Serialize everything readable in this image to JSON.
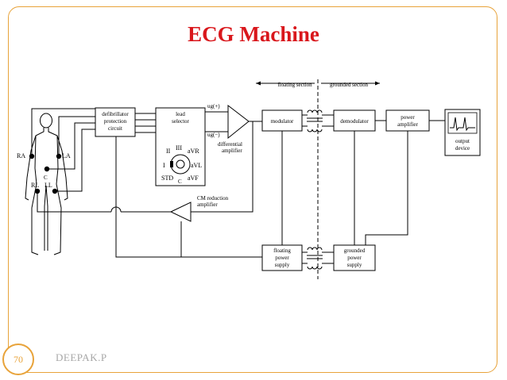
{
  "slide": {
    "title": "ECG Machine",
    "page_number": "70",
    "author": "DEEPAK.P",
    "accent_color": "#e8a33a",
    "title_color": "#d9171c"
  },
  "diagram": {
    "sections": {
      "floating": "floating section",
      "grounded": "grounded section"
    },
    "electrodes": {
      "ra": "RA",
      "la": "LA",
      "c": "C",
      "rl": "RL",
      "ll": "LL"
    },
    "defib": [
      "defibrillator",
      "protection",
      "circuit"
    ],
    "lead_selector": {
      "title": [
        "lead",
        "selector"
      ],
      "labels": {
        "ii": "II",
        "iii": "III",
        "avr": "aVR",
        "i": "I",
        "avl": "aVL",
        "std": "STD",
        "avf": "aVF",
        "c": "C"
      }
    },
    "diff_amp": {
      "plus": "ug(+)",
      "minus": "ug(−)",
      "label": [
        "differential",
        "amplifier"
      ]
    },
    "cm_amp": [
      "CM reduction",
      "amplifier"
    ],
    "modulator": "modulator",
    "demodulator": "demodulator",
    "power_amp": [
      "power",
      "amplifier"
    ],
    "output_device": [
      "output",
      "device"
    ],
    "floating_supply": [
      "floating",
      "power",
      "supply"
    ],
    "grounded_supply": [
      "grounded",
      "power",
      "supply"
    ]
  }
}
